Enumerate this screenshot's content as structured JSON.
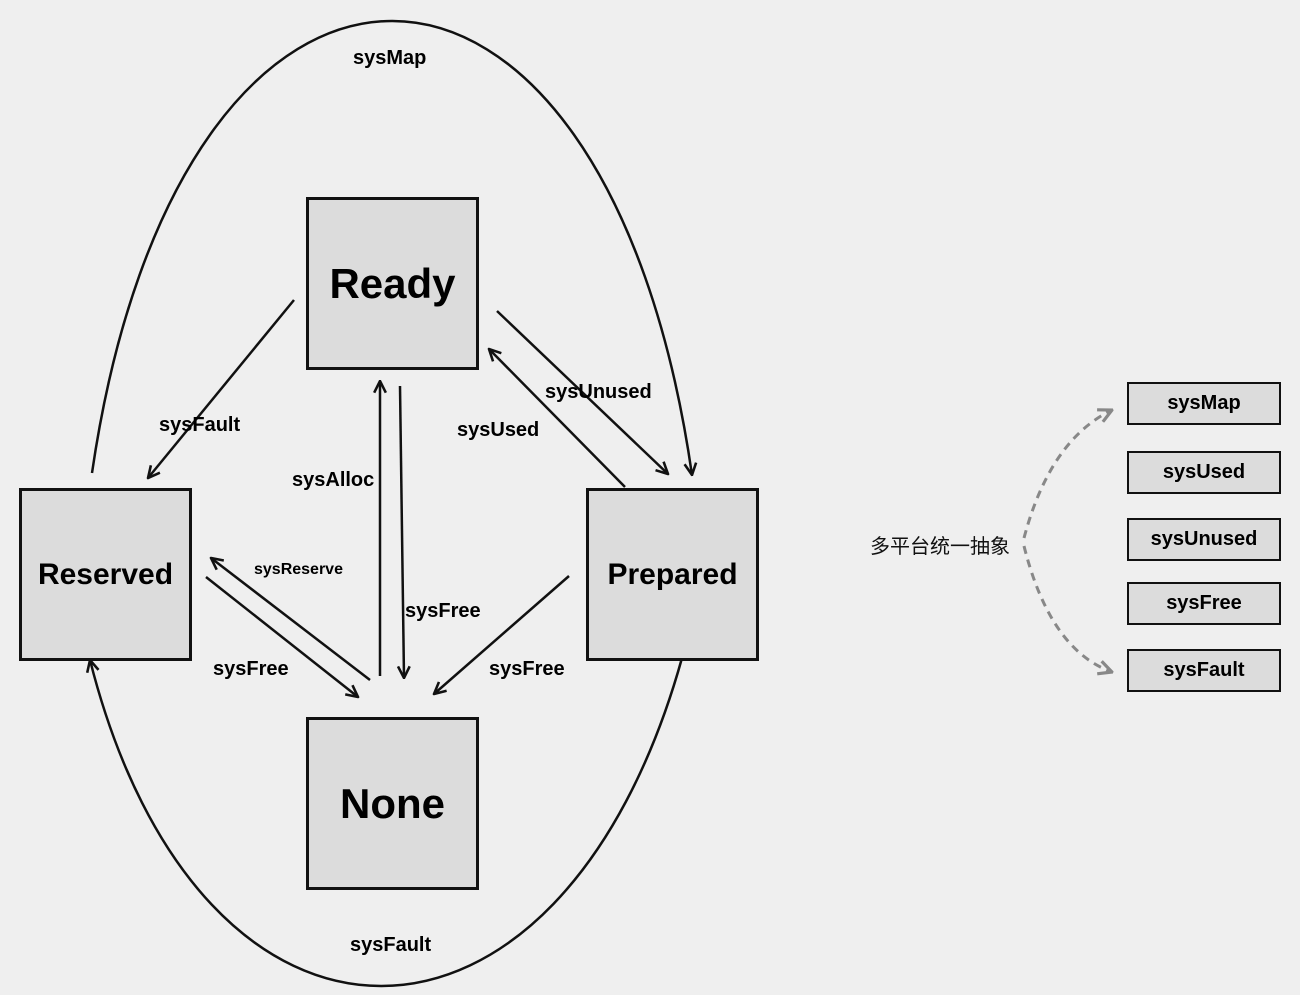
{
  "states": {
    "ready": "Ready",
    "none": "None",
    "reserved": "Reserved",
    "prepared": "Prepared"
  },
  "edges": {
    "sys_map": "sysMap",
    "sys_fault_top": "sysFault",
    "sys_unused": "sysUnused",
    "sys_used": "sysUsed",
    "sys_alloc": "sysAlloc",
    "sys_free_center": "sysFree",
    "sys_reserve": "sysReserve",
    "sys_free_left": "sysFree",
    "sys_free_right": "sysFree",
    "sys_fault_bottom": "sysFault"
  },
  "abstraction": {
    "label": "多平台统一抽象",
    "apis": [
      "sysMap",
      "sysUsed",
      "sysUnused",
      "sysFree",
      "sysFault"
    ]
  },
  "colors": {
    "background": "#efefef",
    "box_fill": "#dcdcdc",
    "stroke": "#111111",
    "dashed_arrow": "#888888"
  }
}
